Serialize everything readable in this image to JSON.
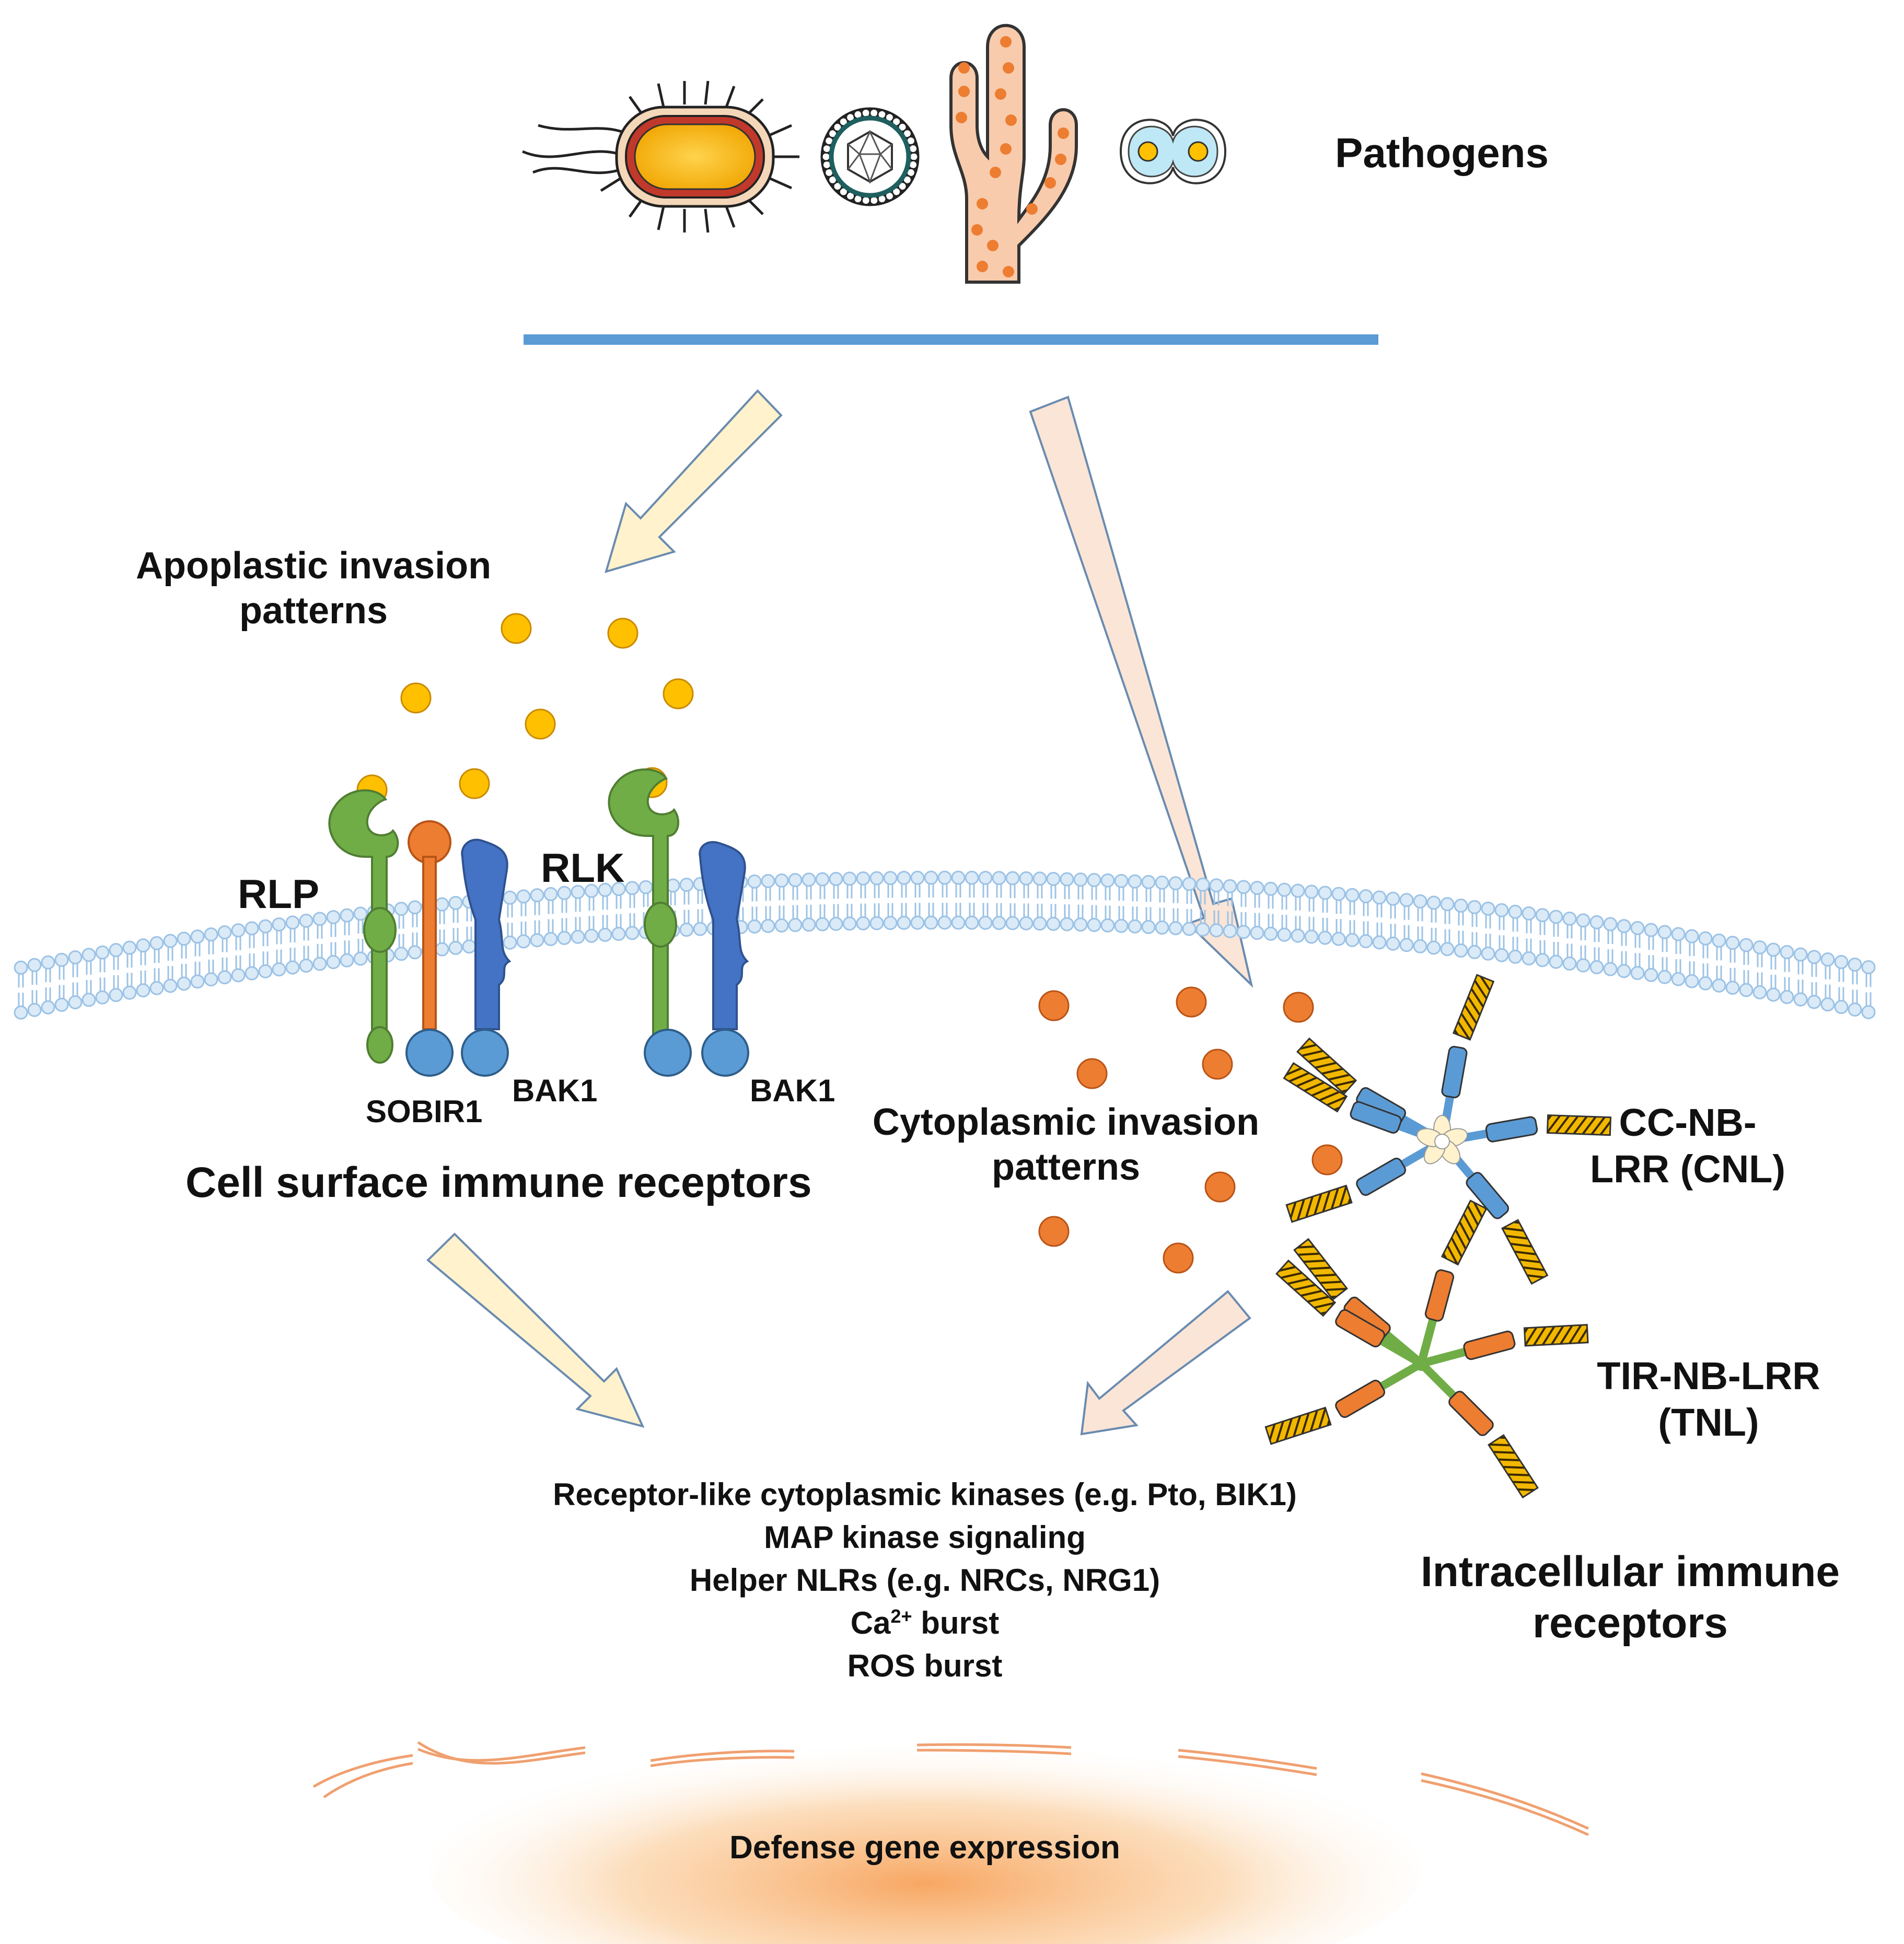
{
  "labels": {
    "pathogens": "Pathogens",
    "apoplastic": [
      "Apoplastic invasion",
      "patterns"
    ],
    "rlp": "RLP",
    "rlk": "RLK",
    "sobir1": "SOBIR1",
    "bak1_left": "BAK1",
    "bak1_right": "BAK1",
    "cell_surface": "Cell surface immune receptors",
    "cytoplasmic": [
      "Cytoplasmic invasion",
      "patterns"
    ],
    "cnl": [
      "CC-NB-",
      "LRR (CNL)"
    ],
    "tnl": [
      "TIR-NB-LRR",
      "(TNL)"
    ],
    "intracellular": [
      "Intracellular immune",
      "receptors"
    ],
    "defense": "Defense gene expression"
  },
  "signaling": {
    "line1": "Receptor-like cytoplasmic kinases (e.g. Pto, BIK1)",
    "line2": "MAP kinase signaling",
    "line3": "Helper NLRs (e.g. NRCs, NRG1)",
    "line4_base": "Ca",
    "line4_sup": "2+",
    "line4_rest": " burst",
    "line5": "ROS burst"
  },
  "colors": {
    "barrier": "#5b9bd5",
    "apoplastic_dot": "#ffc000",
    "cytoplasmic_dot": "#ed7d31",
    "rlp_green": "#70ad47",
    "sobir_orange": "#ed7d31",
    "bak_blue": "#4472c4",
    "kinase_blue": "#5b9bd5",
    "arrow_yellow": "#fff2cc",
    "arrow_peach": "#fbe5d6",
    "lrr_gold": "#f2b800"
  },
  "icons": [
    "bacterium-icon",
    "virus-icon",
    "fungal-hypha-icon",
    "oomycete-spore-icon"
  ]
}
